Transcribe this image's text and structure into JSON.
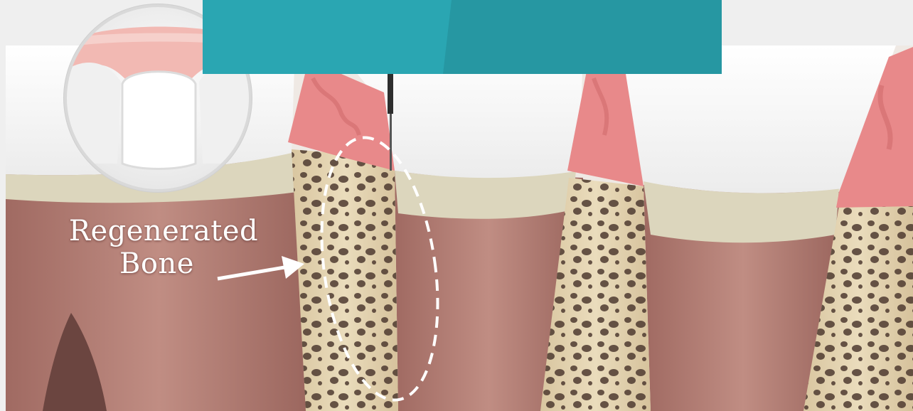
{
  "illustration": {
    "subject": "dental-cross-section",
    "callout_label": {
      "line1": "Regenerated",
      "line2": "Bone"
    },
    "inset": "gum-tooth-closeup"
  },
  "colors": {
    "banner_left": "#2aa6b2",
    "banner_right": "#2697a2",
    "gum": "#e8898a",
    "root": "#b07d73",
    "bone": "#e6d6b4",
    "enamel": "#fbfbfb",
    "label_text": "#ffffff"
  }
}
